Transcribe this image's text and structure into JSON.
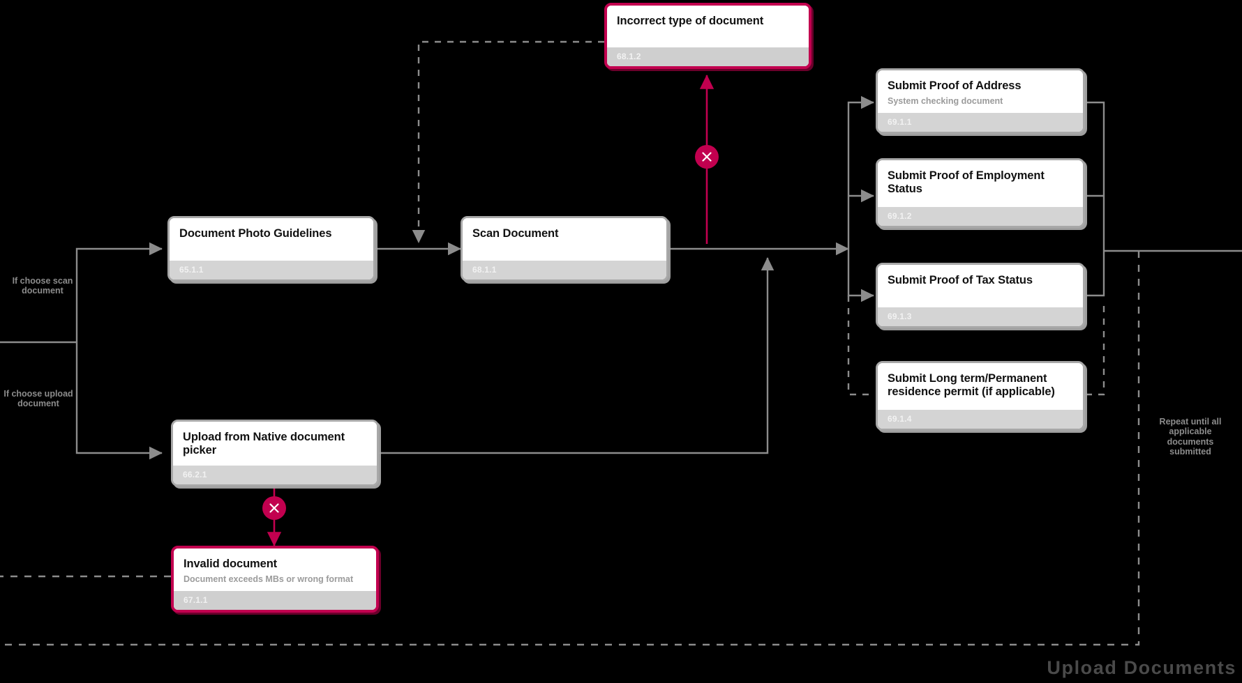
{
  "meta": {
    "caption": "Upload Documents",
    "bg_color": "#000000",
    "accent_error": "#c2004f",
    "wire_color": "#8c8c8c",
    "node_border": "#a8a8a8"
  },
  "nodes": [
    {
      "key": "incorrect_type",
      "title": "Incorrect type of document",
      "subtitle": "",
      "id": "68.1.2",
      "state": "error"
    },
    {
      "key": "photo_guidelines",
      "title": "Document Photo Guidelines",
      "subtitle": "",
      "id": "65.1.1",
      "state": "default"
    },
    {
      "key": "scan_document",
      "title": "Scan Document",
      "subtitle": "",
      "id": "68.1.1",
      "state": "default"
    },
    {
      "key": "upload_picker",
      "title": "Upload from Native document picker",
      "subtitle": "",
      "id": "66.2.1",
      "state": "default"
    },
    {
      "key": "invalid_document",
      "title": "Invalid document",
      "subtitle": "Document exceeds MBs or wrong format",
      "id": "67.1.1",
      "state": "error"
    },
    {
      "key": "proof_address",
      "title": "Submit Proof of Address",
      "subtitle": "System checking document",
      "id": "69.1.1",
      "state": "default"
    },
    {
      "key": "proof_employment",
      "title": "Submit Proof of Employment Status",
      "subtitle": "",
      "id": "69.1.2",
      "state": "default"
    },
    {
      "key": "proof_tax",
      "title": "Submit Proof of Tax Status",
      "subtitle": "",
      "id": "69.1.3",
      "state": "default"
    },
    {
      "key": "residence_permit",
      "title": "Submit Long term/Permanent residence permit (if applicable)",
      "subtitle": "",
      "id": "69.1.4",
      "state": "default"
    }
  ],
  "edge_labels": [
    {
      "key": "scan_branch",
      "text": "If choose scan\ndocument"
    },
    {
      "key": "upload_branch",
      "text": "If choose upload\ndocument"
    },
    {
      "key": "repeat_loop",
      "text": "Repeat until all\napplicable\ndocuments\nsubmitted"
    }
  ],
  "markers": [
    {
      "key": "scan-error-marker",
      "glyph": "x"
    },
    {
      "key": "upload-error-marker",
      "glyph": "x"
    }
  ]
}
